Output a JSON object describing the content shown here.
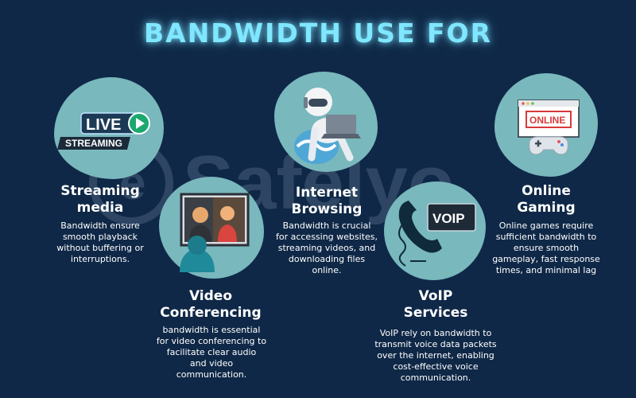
{
  "title": "BANDWIDTH USE FOR",
  "watermark": {
    "text": "Safelyo"
  },
  "colors": {
    "background": "#0f2847",
    "blob": "#79b8bd",
    "title_glow": "#7fe7ff"
  },
  "cards": {
    "streaming": {
      "heading_line1": "Streaming",
      "heading_line2": "media",
      "desc_lines": [
        "Bandwidth ensure",
        "smooth playback",
        "without buffering or",
        "interruptions."
      ],
      "icon": "live-streaming-icon",
      "icon_text_1": "LIVE",
      "icon_text_2": "STREAMING"
    },
    "video": {
      "heading_line1": "Video",
      "heading_line2": "Conferencing",
      "desc_lines": [
        "bandwidth is essential",
        "for video conferencing to",
        "facilitate clear audio",
        "and video",
        "communication."
      ],
      "icon": "video-call-icon"
    },
    "internet": {
      "heading_line1": "Internet",
      "heading_line2": "Browsing",
      "desc_lines": [
        "Bandwidth is crucial",
        "for accessing websites,",
        "streaming videos, and",
        "downloading files",
        "online."
      ],
      "icon": "robot-laptop-icon"
    },
    "voip": {
      "heading_line1": "VoIP",
      "heading_line2": "Services",
      "desc_lines": [
        "VoIP rely on bandwidth to",
        "transmit voice data packets",
        "over the internet, enabling",
        "cost-effective voice",
        "communication."
      ],
      "icon": "voip-phone-icon",
      "icon_text": "VOIP"
    },
    "gaming": {
      "heading_line1": "Online",
      "heading_line2": "Gaming",
      "desc_lines": [
        "Online games require",
        "sufficient bandwidth to",
        "ensure smooth",
        "gameplay, fast response",
        "times, and minimal lag"
      ],
      "icon": "online-gaming-icon",
      "icon_text": "ONLINE"
    }
  }
}
